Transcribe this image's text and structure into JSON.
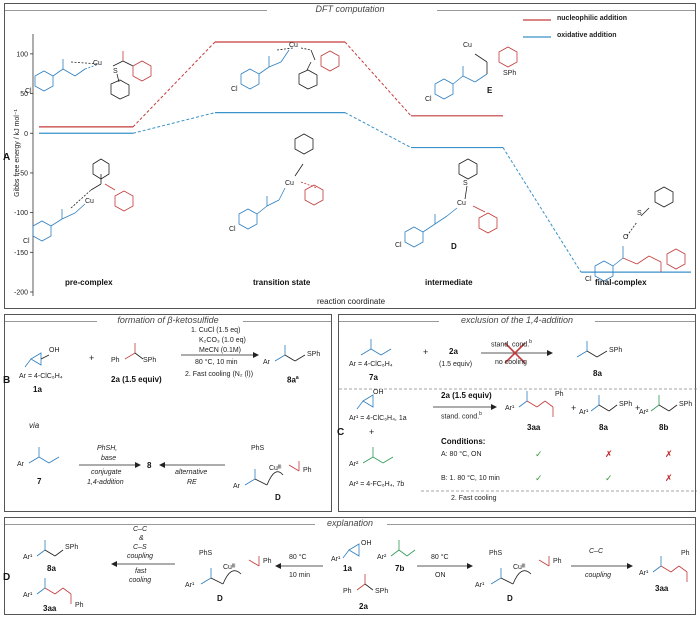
{
  "colors": {
    "nucleophilic": "#c43b3b",
    "oxidative": "#3a92c8",
    "blue_fragment": "#2f7fc0",
    "red_fragment": "#c43b3b",
    "green_fragment": "#2f9a55"
  },
  "panel_a": {
    "label": "A",
    "title": "DFT computation",
    "y_axis_label": "Gibbs free energy / kJ mol⁻¹",
    "x_axis_label": "reaction coordinate",
    "legend": [
      {
        "name": "nucleophilic addition",
        "color": "#c43b3b"
      },
      {
        "name": "oxidative addition",
        "color": "#3a92c8"
      }
    ],
    "y_ticks": [
      "100",
      "50",
      "0",
      "-50",
      "-100",
      "-150",
      "-200"
    ],
    "stages": [
      "pre-complex",
      "transition state",
      "intermediate",
      "final-complex"
    ],
    "species_labels": {
      "e": "E",
      "d": "D"
    },
    "atom_labels": {
      "cl": "Cl",
      "cu": "Cu",
      "o": "O",
      "s": "S",
      "sph": "SPh"
    }
  },
  "chart_data": {
    "type": "line",
    "title": "",
    "xlabel": "reaction coordinate",
    "ylabel": "Gibbs free energy / kJ mol⁻¹",
    "ylim": [
      -200,
      120
    ],
    "categories": [
      "pre-complex",
      "transition state",
      "intermediate",
      "final-complex"
    ],
    "series": [
      {
        "name": "nucleophilic addition",
        "values": [
          8,
          115,
          22,
          null
        ]
      },
      {
        "name": "oxidative addition",
        "values": [
          0,
          26,
          -18,
          -175
        ]
      }
    ]
  },
  "panel_b": {
    "label": "B",
    "title": "formation of β-ketosulfide",
    "ar_label": "Ar = 4-ClC₆H₄",
    "cmpd_1a": "1a",
    "plus": "+",
    "reagent_2a": "2a (1.5 equiv)",
    "cmpd_8a": "8a",
    "cmpd_8a_sup": "a",
    "conditions": [
      "1. CuCl (1.5 eq)",
      "K₂CO₃ (1.0 eq)",
      "MeCN (0.1M)",
      "80 °C, 10 min",
      "2. Fast cooling (N₂ (l))"
    ],
    "via": "via",
    "arrow1_top": "PhSH,",
    "arrow1_top2": "base",
    "arrow1_bottom": "conjugate",
    "arrow1_bottom2": "1,4-addition",
    "cmpd_7": "7",
    "cmpd_8": "8",
    "arrow2_bottom": "alternative",
    "arrow2_bottom2": "RE",
    "cmpd_d": "D",
    "phs": "PhS",
    "cu3": "Cuᴵᴵᴵ",
    "ar": "Ar",
    "ph": "Ph",
    "sph": "SPh",
    "oh": "OH"
  },
  "panel_c": {
    "label": "C",
    "title": "exclusion of the 1,4-addition",
    "ar_label": "Ar = 4-ClC₆H₄",
    "cmpd_7a": "7a",
    "plus": "+",
    "cmpd_2a": "2a",
    "equiv": "(1.5 equiv)",
    "stand_cond": "stand. cond.",
    "stand_sup": "b",
    "no_cooling": "no cooling",
    "cmpd_8a": "8a",
    "ar1_label": "Ar¹ = 4-ClC₆H₄, 1a",
    "ar2_label": "Ar² = 4-FC₆H₄, 7b",
    "reagent": "2a (1.5 equiv)",
    "products": [
      "3aa",
      "8a",
      "8b"
    ],
    "conditions_title": "Conditions:",
    "condition_a": "A:  80 °C, ON",
    "condition_b": "B: 1. 80 °C, 10 min",
    "condition_b2": "2. Fast cooling",
    "results_a": [
      "✓",
      "✗",
      "✗"
    ],
    "results_b": [
      "✓",
      "✓",
      "✗"
    ],
    "ar1": "Ar¹",
    "ar2": "Ar²",
    "ph": "Ph",
    "sph": "SPh",
    "oh": "OH"
  },
  "panel_d": {
    "label": "D",
    "title": "explanation",
    "cmpd_8a": "8a",
    "cmpd_3aa": "3aa",
    "arrow_left_top": [
      "C–C",
      "&",
      "C–S",
      "coupling"
    ],
    "arrow_left_bottom": [
      "fast",
      "cooling"
    ],
    "cmpd_d": "D",
    "arrow_mid_left": [
      "80 °C",
      "10 min"
    ],
    "cmpd_1a": "1a",
    "cmpd_7b": "7b",
    "cmpd_2a": "2a",
    "arrow_mid_right": [
      "80 °C",
      "ON"
    ],
    "arrow_right": [
      "C–C",
      "coupling"
    ],
    "phs": "PhS",
    "cu3": "Cuᴵᴵᴵ",
    "ar1": "Ar¹",
    "ar2": "Ar²",
    "ph": "Ph",
    "sph": "SPh",
    "oh": "OH"
  }
}
